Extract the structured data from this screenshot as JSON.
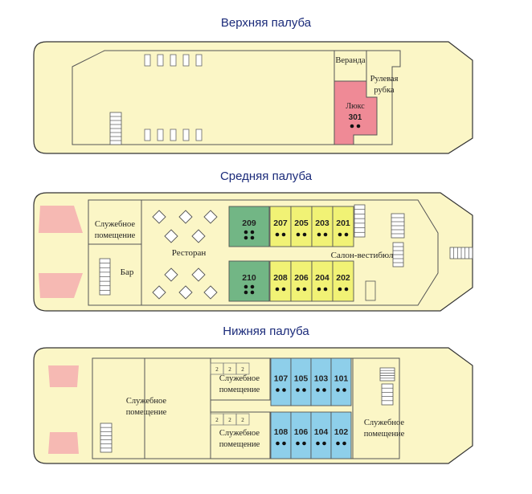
{
  "decks": {
    "upper": {
      "title": "Верхняя палуба",
      "veranda": "Веранда",
      "wheelhouse": [
        "Рулевая",
        "рубка"
      ],
      "lux": {
        "label": "Люкс",
        "number": "301",
        "beds": 2
      }
    },
    "middle": {
      "title": "Средняя палуба",
      "service": [
        "Служебное",
        "помещение"
      ],
      "bar": "Бар",
      "restaurant": "Ресторан",
      "lobby": "Салон-вестибюль",
      "green_cabins": [
        {
          "number": "209",
          "beds": 4
        },
        {
          "number": "210",
          "beds": 4
        }
      ],
      "cabins_top": [
        {
          "number": "207",
          "beds": 2
        },
        {
          "number": "205",
          "beds": 2
        },
        {
          "number": "203",
          "beds": 2
        },
        {
          "number": "201",
          "beds": 2
        }
      ],
      "cabins_bottom": [
        {
          "number": "208",
          "beds": 2
        },
        {
          "number": "206",
          "beds": 2
        },
        {
          "number": "204",
          "beds": 2
        },
        {
          "number": "202",
          "beds": 2
        }
      ]
    },
    "lower": {
      "title": "Нижняя палуба",
      "service_left": [
        "Служебное",
        "помещение"
      ],
      "service_mid_top": [
        "Служебное",
        "помещение"
      ],
      "service_mid_bottom": [
        "Служебное",
        "помещение"
      ],
      "service_right": [
        "Служебное",
        "помещение"
      ],
      "small_cell_label": "2",
      "cabins_top": [
        {
          "number": "107",
          "beds": 2
        },
        {
          "number": "105",
          "beds": 2
        },
        {
          "number": "103",
          "beds": 2
        },
        {
          "number": "101",
          "beds": 2
        }
      ],
      "cabins_bottom": [
        {
          "number": "108",
          "beds": 2
        },
        {
          "number": "106",
          "beds": 2
        },
        {
          "number": "104",
          "beds": 2
        },
        {
          "number": "102",
          "beds": 2
        }
      ]
    }
  },
  "colors": {
    "hull": "#fbf6c6",
    "outline": "#333333",
    "lux": "#ef8a96",
    "green_cabin": "#72b685",
    "yellow_cabin": "#f1f275",
    "blue_cabin": "#8ecfea",
    "pink": "#f6b9b3",
    "title": "#1b2b7a"
  }
}
